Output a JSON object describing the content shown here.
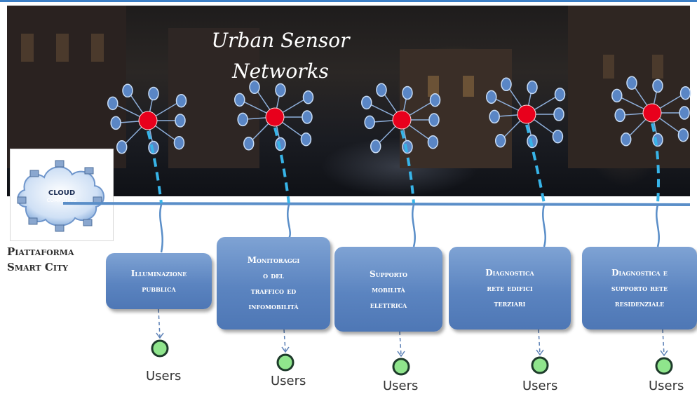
{
  "title": "Urban Sensor Networks",
  "title_lines": [
    "Urban Sensor",
    "Networks"
  ],
  "cloud_label": [
    "CLOUD",
    "COMPUTING"
  ],
  "platform_label": [
    "Piattaforma",
    "Smart City"
  ],
  "services": [
    {
      "label": "Illuminazione pubblica"
    },
    {
      "label": "Monitoraggio del traffico ed infomobilità"
    },
    {
      "label": "Supporto mobilità elettrica"
    },
    {
      "label": "Diagnostica rete edifici terziari"
    },
    {
      "label": "Diagnostica e supporto rete residenziale"
    }
  ],
  "service_lines": [
    [
      "Illuminazione",
      "pubblica"
    ],
    [
      "Monitoraggi",
      "o del",
      "traffico ed",
      "infomobilità"
    ],
    [
      "Supporto",
      "mobilità",
      "elettrica"
    ],
    [
      "Diagnostica",
      "rete edifici",
      "terziari"
    ],
    [
      "Diagnostica e",
      "supporto rete",
      "residenziale"
    ]
  ],
  "users_label": "Users",
  "colors": {
    "hub": "#e8001c",
    "sensor": "#5a86c5",
    "dashed_link": "#37b4e8",
    "bus_line": "#5a8ec8",
    "box": "#5b84c0",
    "user_node": "#8fe58c"
  }
}
